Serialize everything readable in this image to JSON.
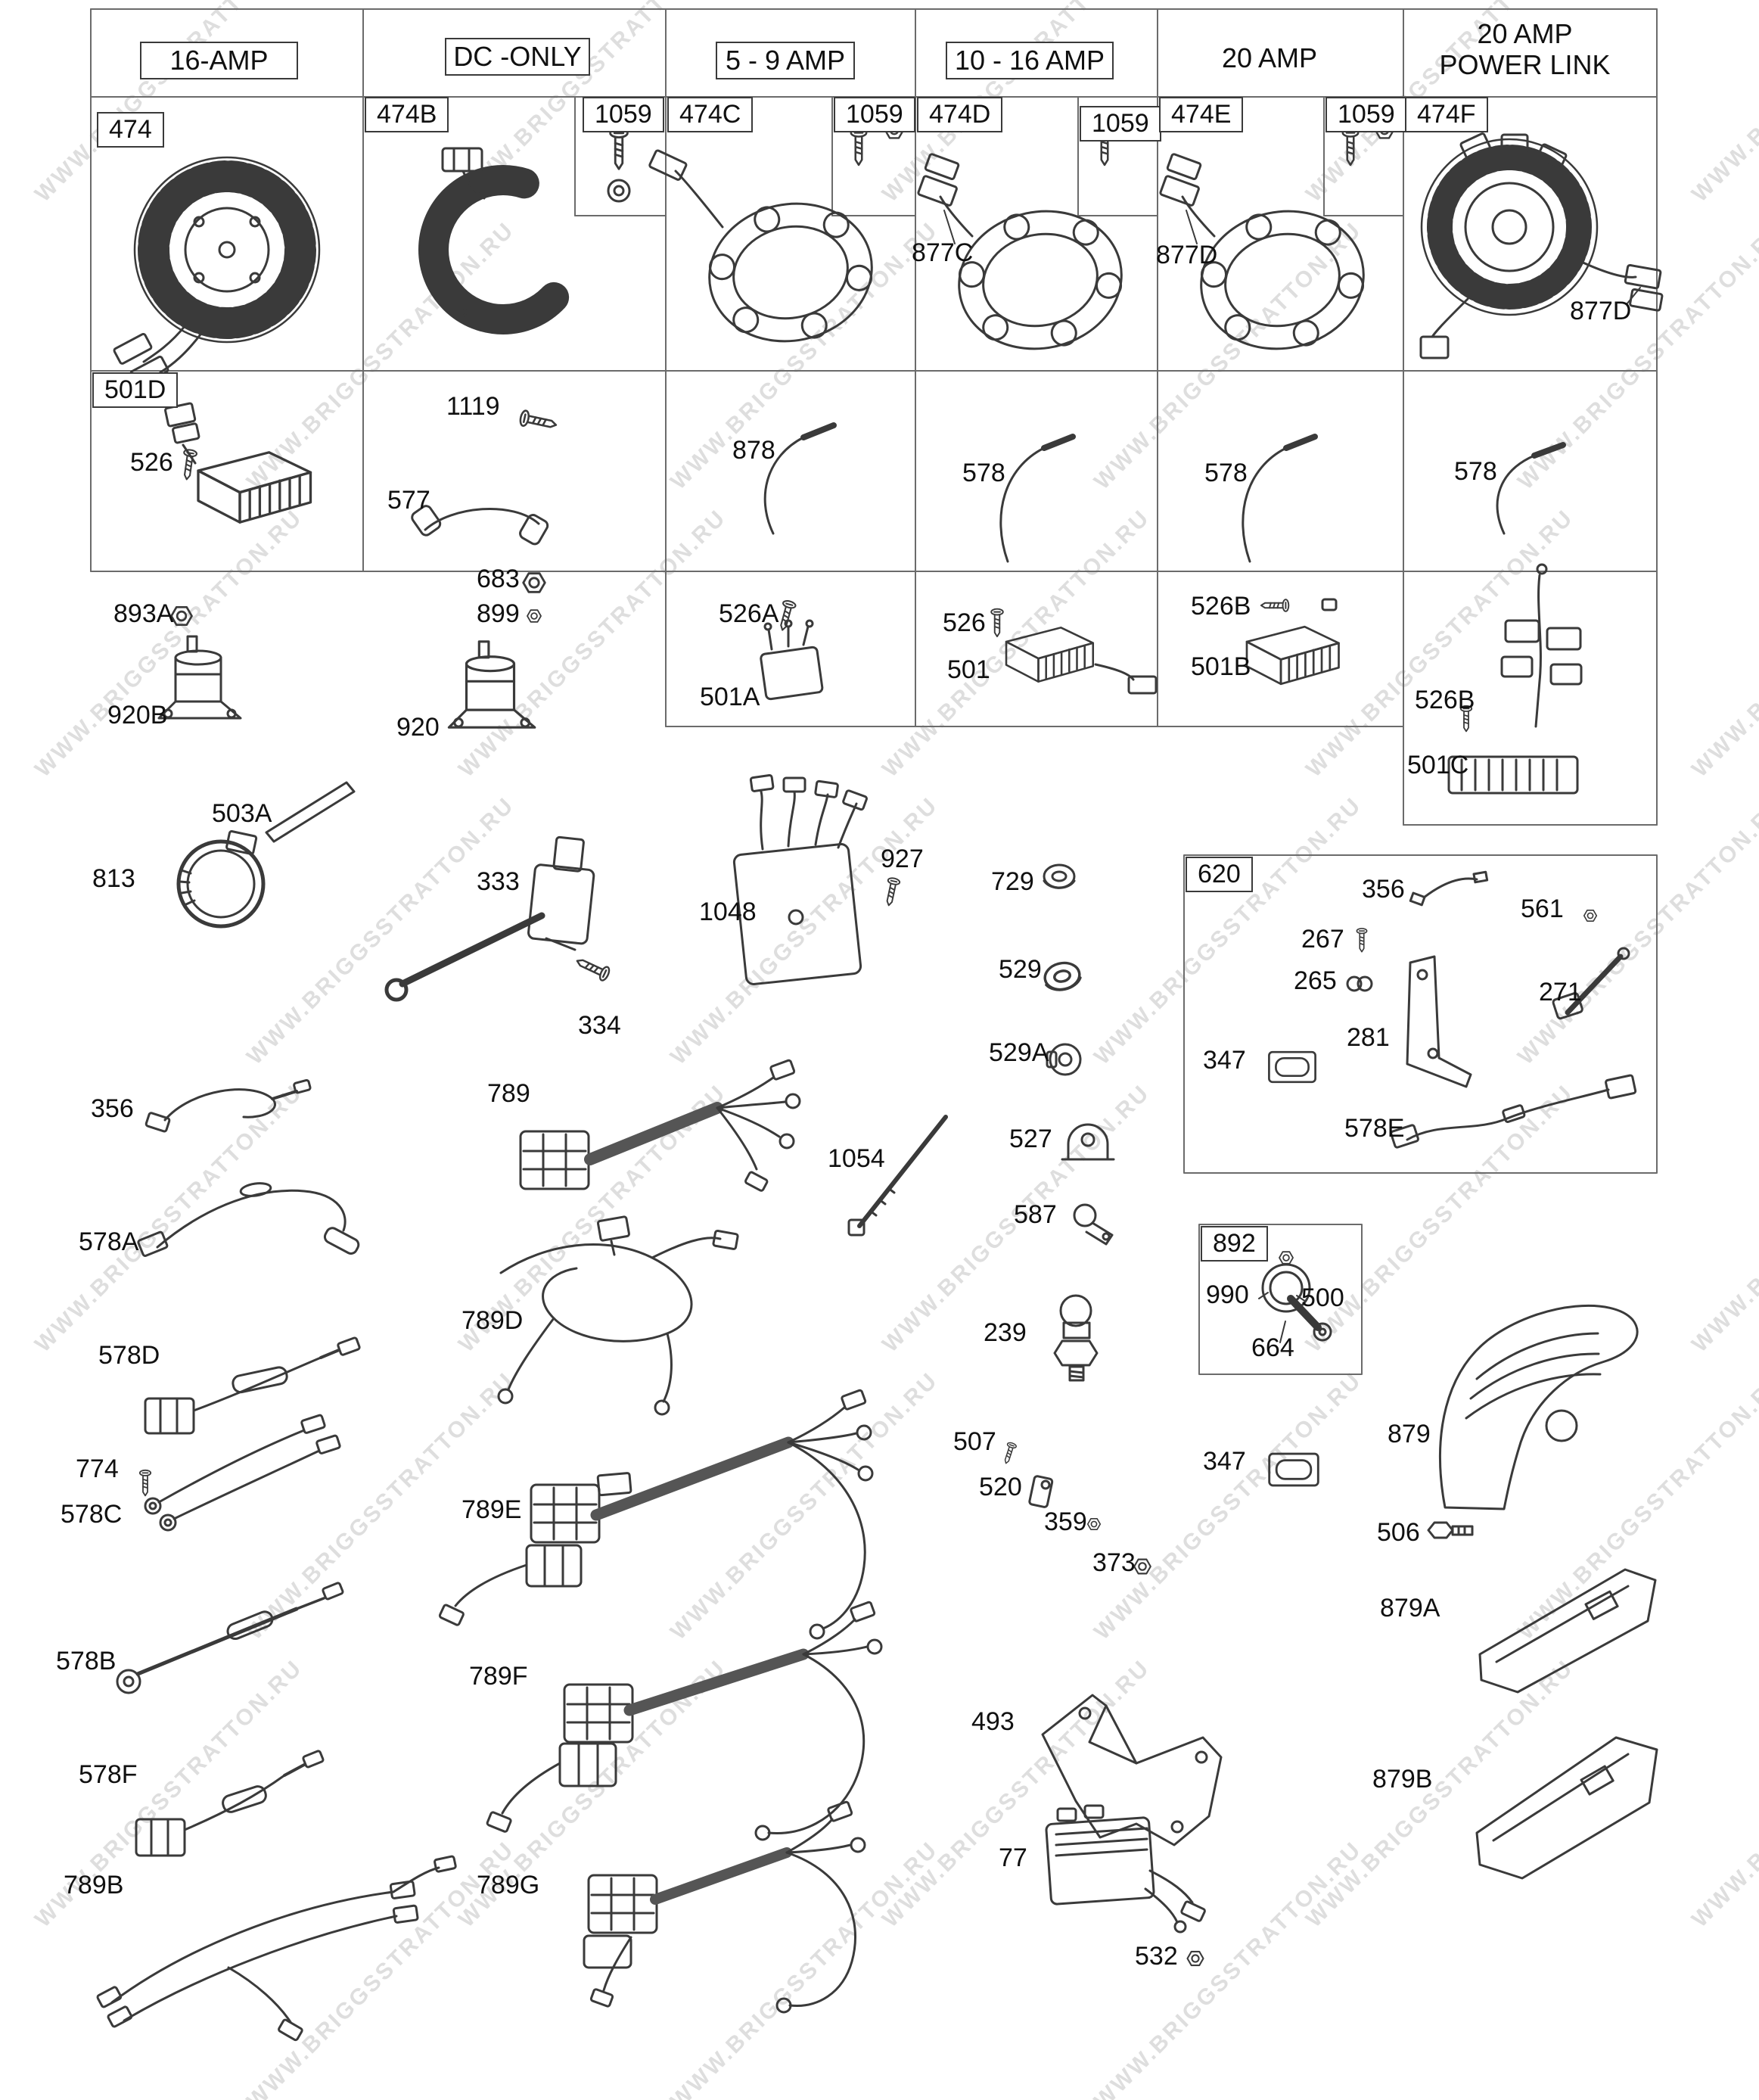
{
  "watermark": "WWW.BRIGGSSTRATTON.RU",
  "headers": [
    "16-AMP",
    "DC -ONLY",
    "5 - 9 AMP",
    "10 - 16 AMP",
    "20 AMP",
    "20 AMP\nPOWER LINK"
  ],
  "boxes": [
    "474",
    "474B",
    "1059",
    "474C",
    "1059",
    "474D",
    "1059",
    "474E",
    "1059",
    "474F",
    "501D",
    "620",
    "892"
  ],
  "labels": [
    "877C",
    "877D",
    "877D",
    "526",
    "1119",
    "577",
    "683",
    "899",
    "878",
    "578",
    "578",
    "578",
    "893A",
    "920B",
    "526A",
    "501A",
    "526",
    "501",
    "526B",
    "501B",
    "526B",
    "501C",
    "920",
    "503A",
    "813",
    "333",
    "334",
    "1048",
    "927",
    "729",
    "529",
    "529A",
    "356",
    "561",
    "267",
    "265",
    "271",
    "281",
    "347",
    "578E",
    "356",
    "789",
    "1054",
    "527",
    "587",
    "578A",
    "789D",
    "578D",
    "990",
    "500",
    "664",
    "239",
    "774",
    "578C",
    "789E",
    "507",
    "520",
    "359",
    "373",
    "347",
    "879",
    "506",
    "879A",
    "578B",
    "789F",
    "493",
    "578F",
    "77",
    "879B",
    "789B",
    "789G",
    "532"
  ]
}
